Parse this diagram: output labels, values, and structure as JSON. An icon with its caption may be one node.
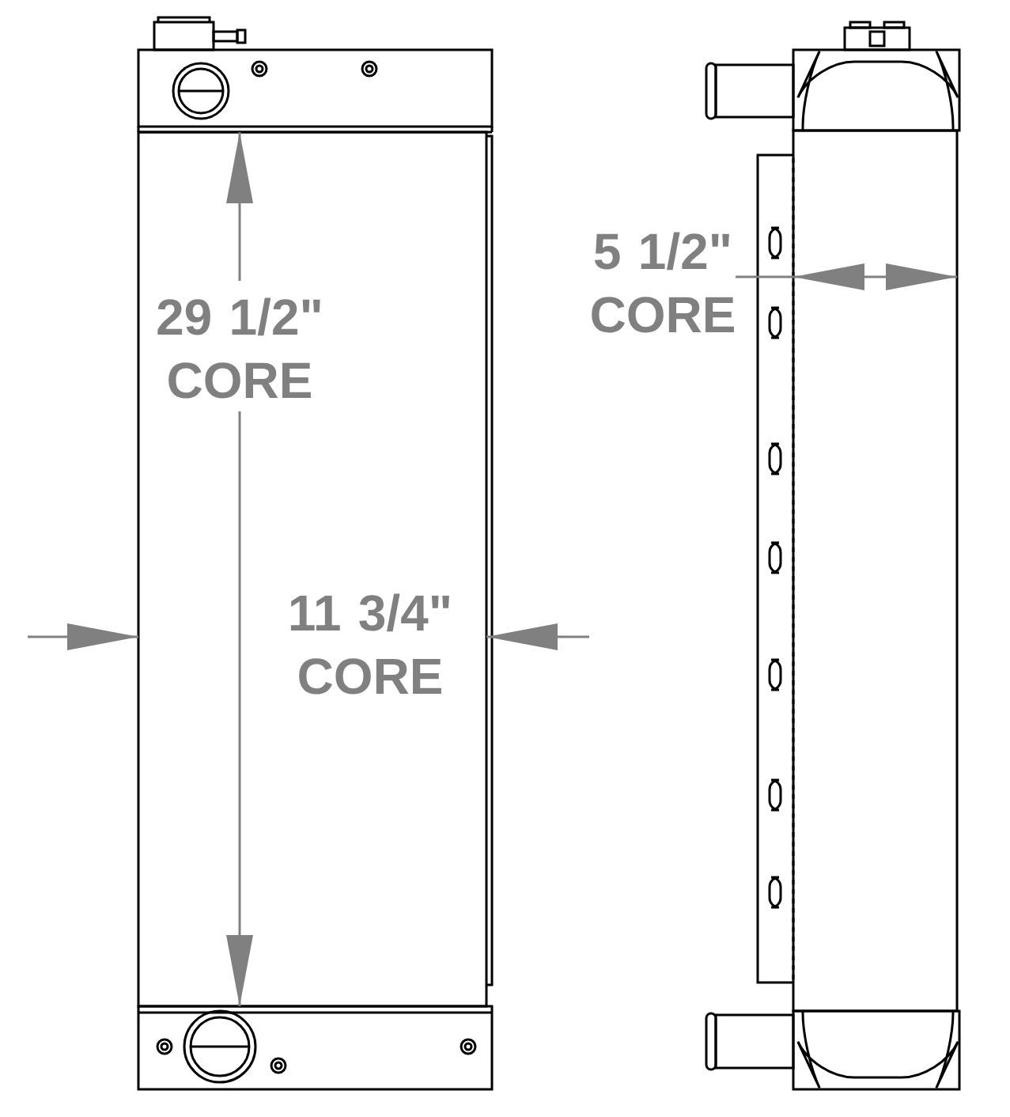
{
  "diagram": {
    "labels": [
      "29 1/2\" CORE",
      "5 1/2\" CORE",
      "11 3/4\" CORE"
    ]
  }
}
